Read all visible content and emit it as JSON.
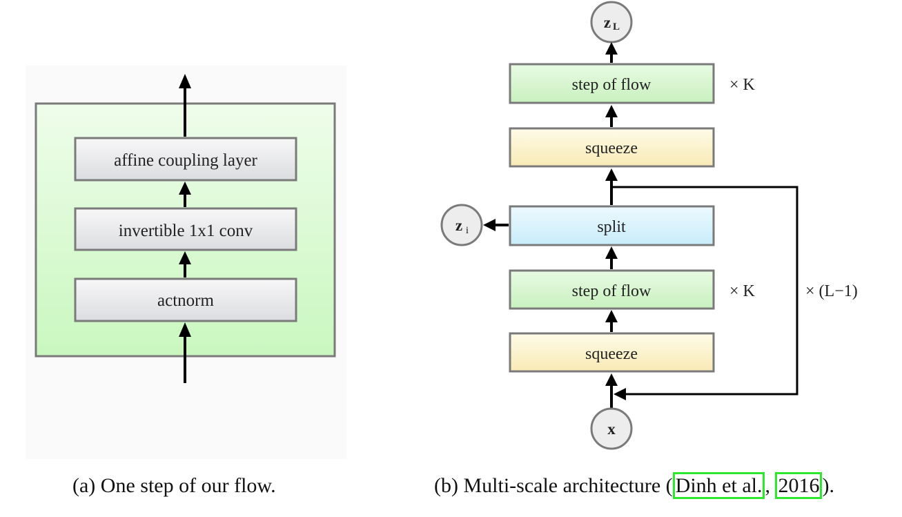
{
  "left_diagram": {
    "blocks": [
      "affine coupling layer",
      "invertible 1x1 conv",
      "actnorm"
    ],
    "caption": "(a) One step of our flow."
  },
  "right_diagram": {
    "top_node": "z",
    "top_node_sub": "L",
    "side_node": "z",
    "side_node_sub": "i",
    "bottom_node": "x",
    "block_step_top": "step of flow",
    "block_squeeze_top": "squeeze",
    "block_split": "split",
    "block_step_bottom": "step of flow",
    "block_squeeze_bottom": "squeeze",
    "repeat_top": "× K",
    "repeat_bottom": "× K",
    "repeat_loop": "× (L−1)",
    "caption_prefix": "(b) Multi-scale architecture (",
    "cite_author": "Dinh et al.",
    "cite_sep": ", ",
    "cite_year": "2016",
    "caption_suffix": ")."
  },
  "colors": {
    "panel_green": "#d4f7cc",
    "block_gray": "#e6e7e9",
    "block_green": "#d6f5d0",
    "block_yellow": "#fbf2c8",
    "block_blue": "#d8f1fb",
    "border": "#7a7a7a",
    "cite_highlight": "#2ee82e"
  }
}
